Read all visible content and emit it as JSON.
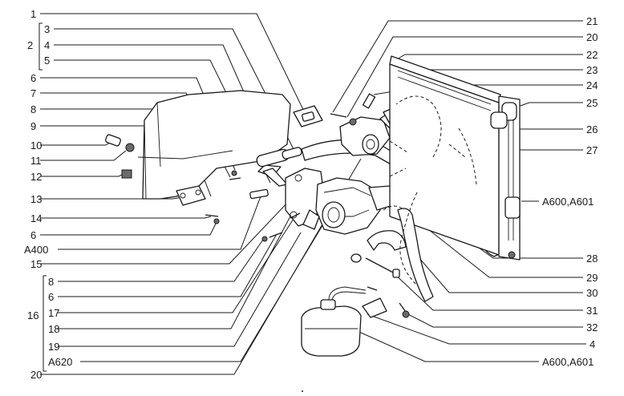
{
  "left_labels": [
    "1",
    "3",
    "4",
    "5",
    "6",
    "7",
    "8",
    "9",
    "10",
    "11",
    "12",
    "13",
    "14",
    "6",
    "A400",
    "15",
    "8",
    "6",
    "17",
    "18",
    "19",
    "A620",
    "20"
  ],
  "group_label_2": "2",
  "group_label_16": "16",
  "right_labels": [
    "21",
    "20",
    "22",
    "23",
    "24",
    "25",
    "26",
    "27",
    "A600,A601",
    "28",
    "29",
    "30",
    "31",
    "32",
    "4",
    "A600,A601"
  ]
}
